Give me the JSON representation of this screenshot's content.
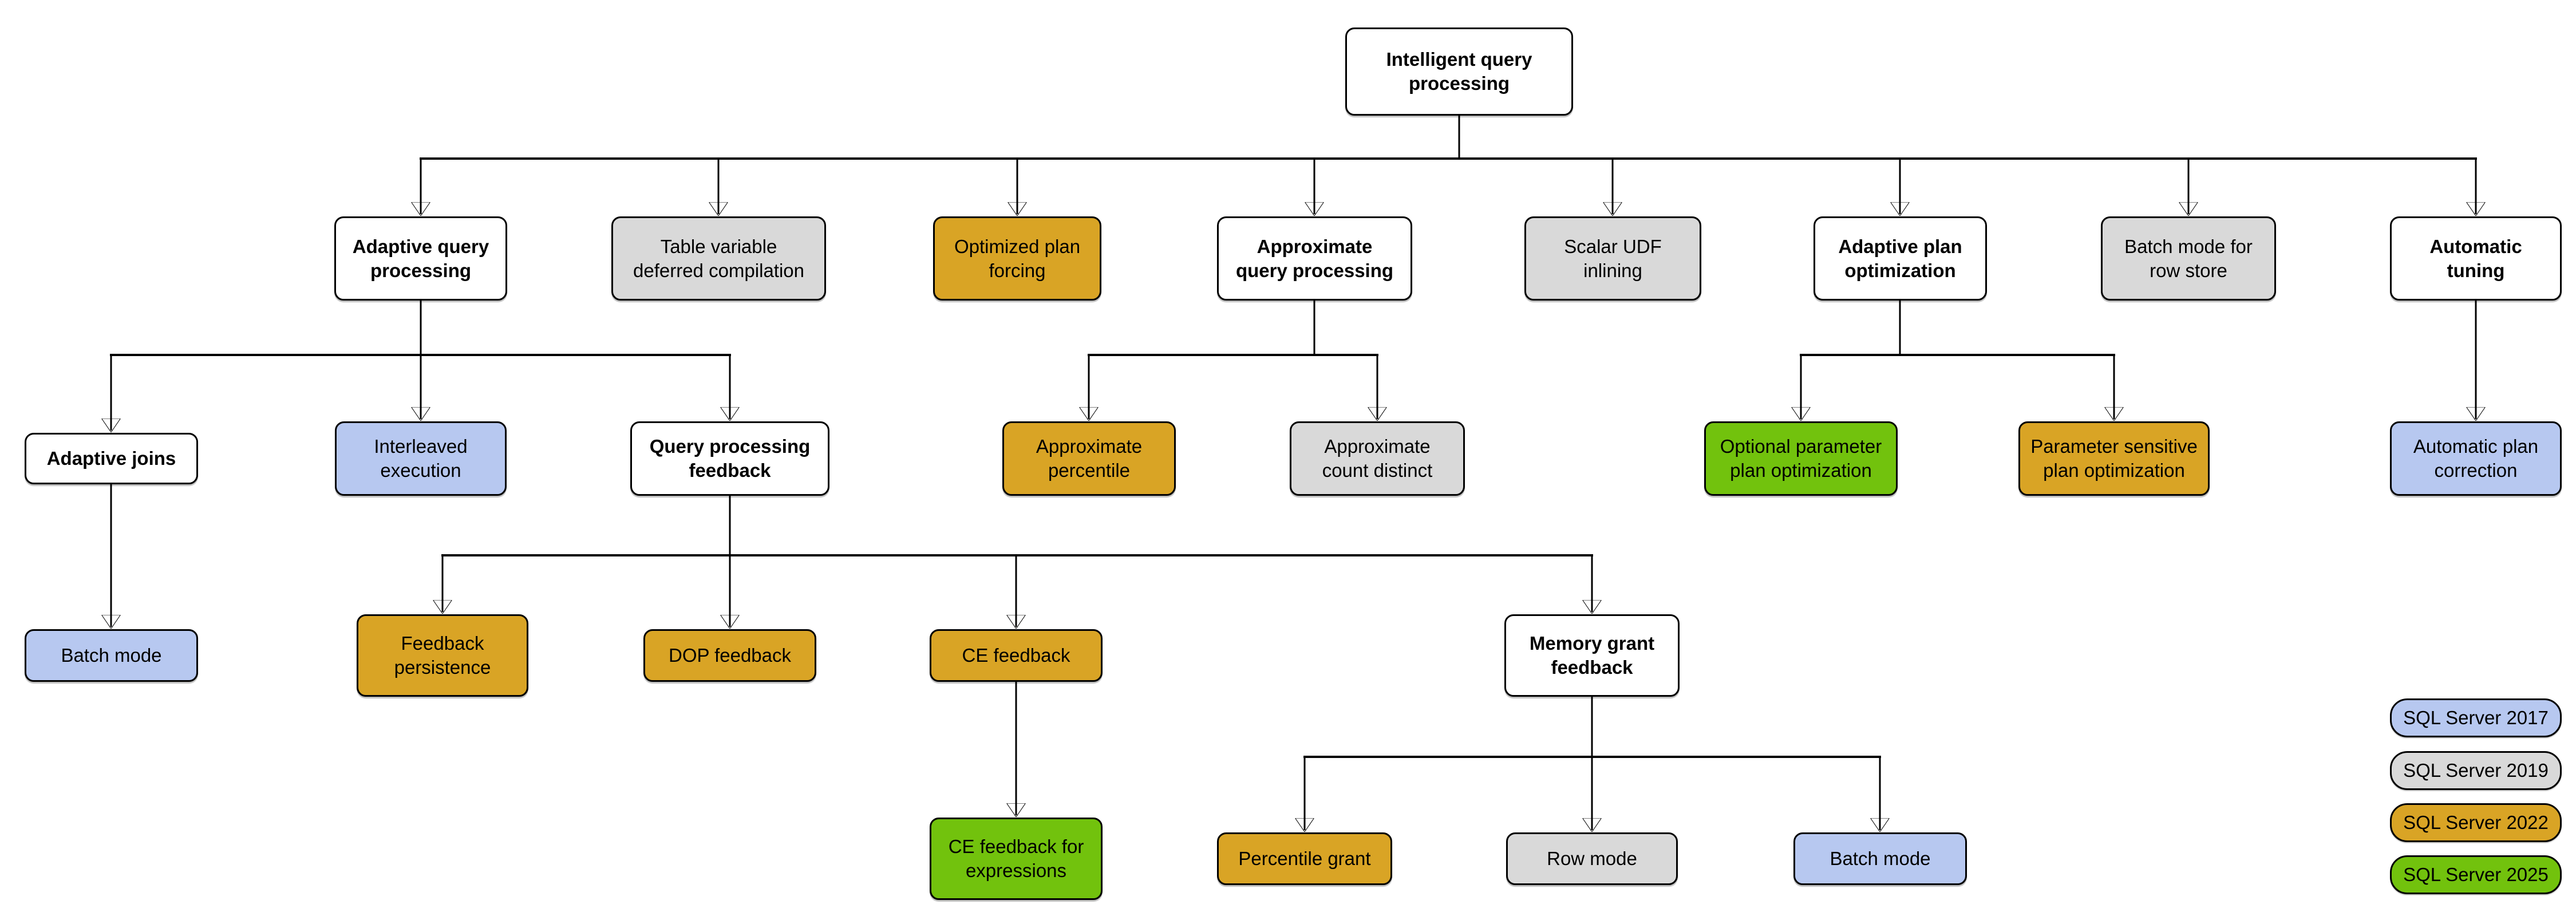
{
  "palette": {
    "base": "#ffffff",
    "sql2017": "#b7c8f0",
    "sql2019": "#d9d9d9",
    "sql2022": "#d9a425",
    "sql2025": "#72c20d",
    "line": "#000000"
  },
  "nodes": {
    "root": {
      "label": "Intelligent query\nprocessing",
      "version": "base"
    },
    "adaptive_query_processing": {
      "label": "Adaptive query\nprocessing",
      "version": "base"
    },
    "table_variable_deferred_compilation": {
      "label": "Table variable\ndeferred compilation",
      "version": "sql2019"
    },
    "optimized_plan_forcing": {
      "label": "Optimized plan\nforcing",
      "version": "sql2022"
    },
    "approximate_query_processing": {
      "label": "Approximate\nquery processing",
      "version": "base"
    },
    "scalar_udf_inlining": {
      "label": "Scalar UDF\ninlining",
      "version": "sql2019"
    },
    "adaptive_plan_optimization": {
      "label": "Adaptive plan\noptimization",
      "version": "base"
    },
    "batch_mode_for_row_store": {
      "label": "Batch mode for\nrow store",
      "version": "sql2019"
    },
    "automatic_tuning": {
      "label": "Automatic\ntuning",
      "version": "base"
    },
    "adaptive_joins": {
      "label": "Adaptive joins",
      "version": "base"
    },
    "interleaved_execution": {
      "label": "Interleaved\nexecution",
      "version": "sql2017"
    },
    "query_processing_feedback": {
      "label": "Query processing\nfeedback",
      "version": "base"
    },
    "approximate_percentile": {
      "label": "Approximate\npercentile",
      "version": "sql2022"
    },
    "approximate_count_distinct": {
      "label": "Approximate\ncount distinct",
      "version": "sql2019"
    },
    "optional_parameter_plan_optimization": {
      "label": "Optional parameter\nplan optimization",
      "version": "sql2025"
    },
    "parameter_sensitive_plan_optimization": {
      "label": "Parameter sensitive\nplan optimization",
      "version": "sql2022"
    },
    "automatic_plan_correction": {
      "label": "Automatic plan\ncorrection",
      "version": "sql2017"
    },
    "batch_mode_adaptive_joins": {
      "label": "Batch mode",
      "version": "sql2017"
    },
    "feedback_persistence": {
      "label": "Feedback\npersistence",
      "version": "sql2022"
    },
    "dop_feedback": {
      "label": "DOP feedback",
      "version": "sql2022"
    },
    "ce_feedback": {
      "label": "CE feedback",
      "version": "sql2022"
    },
    "memory_grant_feedback": {
      "label": "Memory grant\nfeedback",
      "version": "base"
    },
    "ce_feedback_for_expressions": {
      "label": "CE feedback for\nexpressions",
      "version": "sql2025"
    },
    "percentile_grant": {
      "label": "Percentile grant",
      "version": "sql2022"
    },
    "row_mode": {
      "label": "Row mode",
      "version": "sql2019"
    },
    "batch_mode_memory_grant": {
      "label": "Batch mode",
      "version": "sql2017"
    }
  },
  "edges": [
    [
      "root",
      "adaptive_query_processing"
    ],
    [
      "root",
      "table_variable_deferred_compilation"
    ],
    [
      "root",
      "optimized_plan_forcing"
    ],
    [
      "root",
      "approximate_query_processing"
    ],
    [
      "root",
      "scalar_udf_inlining"
    ],
    [
      "root",
      "adaptive_plan_optimization"
    ],
    [
      "root",
      "batch_mode_for_row_store"
    ],
    [
      "root",
      "automatic_tuning"
    ],
    [
      "adaptive_query_processing",
      "adaptive_joins"
    ],
    [
      "adaptive_query_processing",
      "interleaved_execution"
    ],
    [
      "adaptive_query_processing",
      "query_processing_feedback"
    ],
    [
      "approximate_query_processing",
      "approximate_percentile"
    ],
    [
      "approximate_query_processing",
      "approximate_count_distinct"
    ],
    [
      "adaptive_plan_optimization",
      "optional_parameter_plan_optimization"
    ],
    [
      "adaptive_plan_optimization",
      "parameter_sensitive_plan_optimization"
    ],
    [
      "automatic_tuning",
      "automatic_plan_correction"
    ],
    [
      "adaptive_joins",
      "batch_mode_adaptive_joins"
    ],
    [
      "query_processing_feedback",
      "feedback_persistence"
    ],
    [
      "query_processing_feedback",
      "dop_feedback"
    ],
    [
      "query_processing_feedback",
      "ce_feedback"
    ],
    [
      "query_processing_feedback",
      "memory_grant_feedback"
    ],
    [
      "ce_feedback",
      "ce_feedback_for_expressions"
    ],
    [
      "memory_grant_feedback",
      "percentile_grant"
    ],
    [
      "memory_grant_feedback",
      "row_mode"
    ],
    [
      "memory_grant_feedback",
      "batch_mode_memory_grant"
    ]
  ],
  "legend": {
    "items": [
      {
        "label": "SQL Server 2017",
        "version": "sql2017"
      },
      {
        "label": "SQL Server 2019",
        "version": "sql2019"
      },
      {
        "label": "SQL Server 2022",
        "version": "sql2022"
      },
      {
        "label": "SQL Server 2025",
        "version": "sql2025"
      }
    ]
  }
}
